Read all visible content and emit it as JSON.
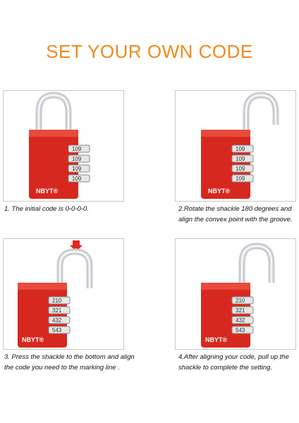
{
  "title": "SET YOUR OWN CODE",
  "colors": {
    "title": "#f08a1c",
    "lock_body": "#d7281f",
    "arrow": "#e52620",
    "shackle": "#c9ccd0"
  },
  "steps": [
    {
      "caption": "1. The initial code is 0-0-0-0.",
      "dials": [
        "0",
        "0",
        "0",
        "0"
      ],
      "shackle": "closed"
    },
    {
      "caption": "2.Rotate the shackle 180 degrees and align the convex point with the groove.",
      "dials": [
        "0",
        "0",
        "0",
        "0"
      ],
      "shackle": "rotated-open"
    },
    {
      "caption": "3. Press the shackle to the bottom and align the code you need to the marking line .",
      "dials": [
        "1",
        "2",
        "3",
        "4"
      ],
      "shackle": "pressed",
      "arrow": "down-arrow-icon"
    },
    {
      "caption": "4.After aligning your code, pull up the shackle to complete the setting.",
      "dials": [
        "1",
        "2",
        "3",
        "4"
      ],
      "shackle": "open"
    }
  ],
  "brand": "NBYT",
  "registered": "®"
}
